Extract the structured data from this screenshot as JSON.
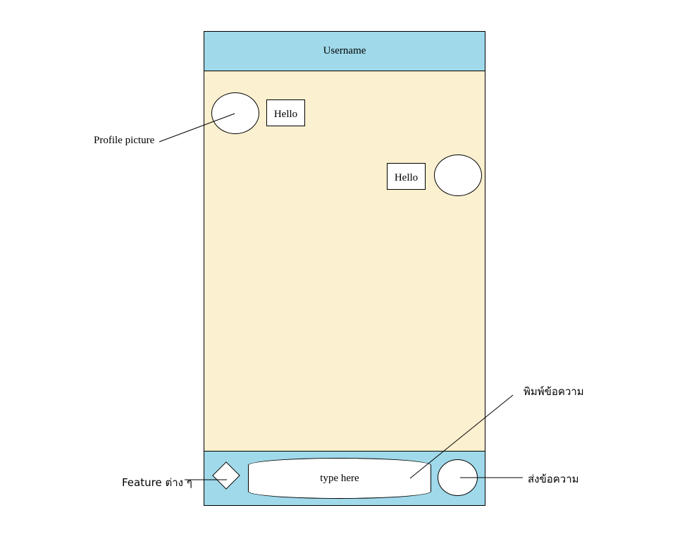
{
  "header": {
    "title": "Username"
  },
  "messages": [
    {
      "text": "Hello"
    },
    {
      "text": "Hello"
    }
  ],
  "footer": {
    "input_placeholder": "type here"
  },
  "annotations": {
    "profile_picture": "Profile picture",
    "features": "Feature ต่าง ๆ",
    "type_message": "พิมพ์ข้อความ",
    "send_message": "ส่งข้อความ"
  },
  "colors": {
    "header_bg": "#9fd9ea",
    "chat_bg": "#fbf0cf",
    "outline": "#000000"
  }
}
